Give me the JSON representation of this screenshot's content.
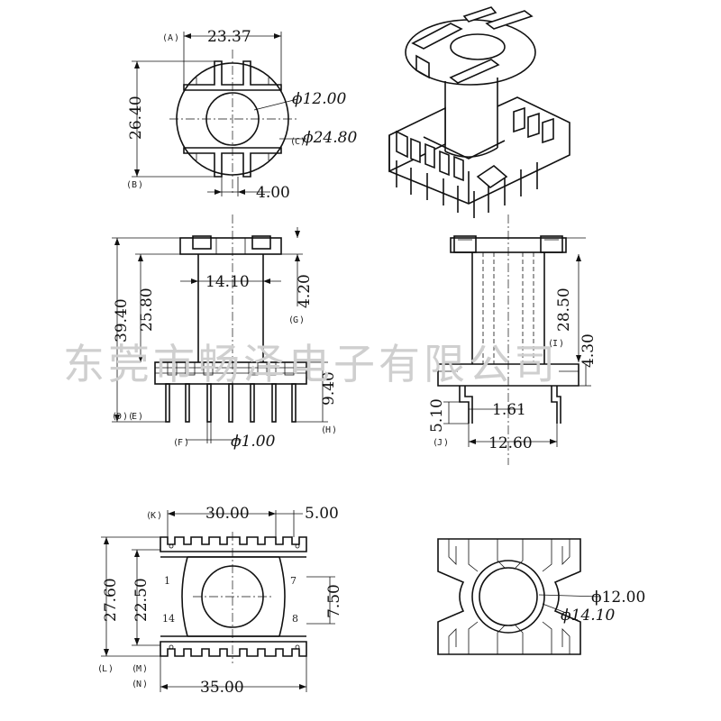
{
  "watermark": "东莞市畅泽电子有限公司",
  "top_view": {
    "width": "23.37",
    "height": "26.40",
    "inner_dia": "ϕ12.00",
    "outer_dia": "ϕ24.80",
    "slot": "4.00",
    "tag_a": "A",
    "tag_b": "B",
    "tag_c": "C"
  },
  "front_view": {
    "tube": "14.10",
    "flange": "4.20",
    "total_height": "39.40",
    "winding_height": "25.80",
    "base_height": "9.40",
    "pin_dia": "ϕ1.00",
    "tag_d": "D",
    "tag_e": "E",
    "tag_f": "F",
    "tag_g": "G",
    "tag_h": "H"
  },
  "side_view": {
    "height": "28.50",
    "base": "4.30",
    "pin_len": "5.10",
    "pin_w": "1.61",
    "span": "12.60",
    "tag_i": "I",
    "tag_j": "J"
  },
  "bottom_view": {
    "pitch_span": "30.00",
    "pitch": "5.00",
    "height": "27.60",
    "row_gap": "22.50",
    "side": "7.50",
    "width": "35.00",
    "pin1": "1",
    "pin7": "7",
    "pin14": "14",
    "pin8": "8",
    "tag_k": "K",
    "tag_l": "L",
    "tag_m": "M",
    "tag_n": "N"
  },
  "rear_view": {
    "inner_dia": "ϕ12.00",
    "outer_dia": "ϕ14.10"
  }
}
